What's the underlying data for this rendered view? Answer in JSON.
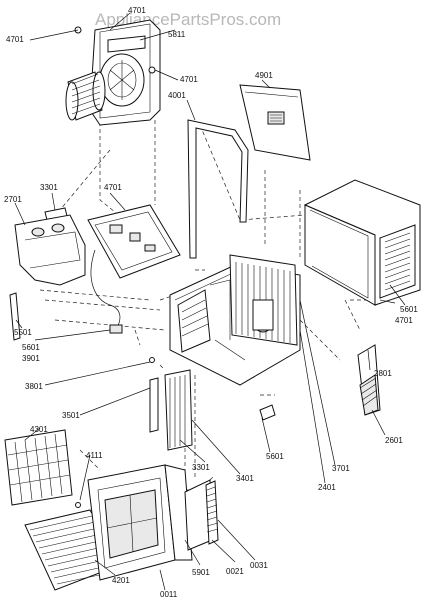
{
  "watermark": "AppliancePartsPros.com",
  "callouts": {
    "c4701_top": "4701",
    "c4701_left": "4701",
    "c5811": "5811",
    "c4701_fan": "4701",
    "c4001": "4001",
    "c4901": "4901",
    "c3301_top": "3301",
    "c2701": "2701",
    "c4701_ctrl": "4701",
    "c5601_right": "5601",
    "c4701_right": "4701",
    "c5501": "5501",
    "c5601_mid": "5601",
    "c3901": "3901",
    "c2801": "2801",
    "c3801": "3801",
    "c3501": "3501",
    "c2601": "2601",
    "c4301": "4301",
    "c3301_bottom": "3301",
    "c3401": "3401",
    "c5601_low": "5601",
    "c2401": "2401",
    "c3701": "3701",
    "c4111": "4111",
    "c4201": "4201",
    "c5901": "5901",
    "c0021": "0021",
    "c0031": "0031",
    "c0011": "0011"
  }
}
